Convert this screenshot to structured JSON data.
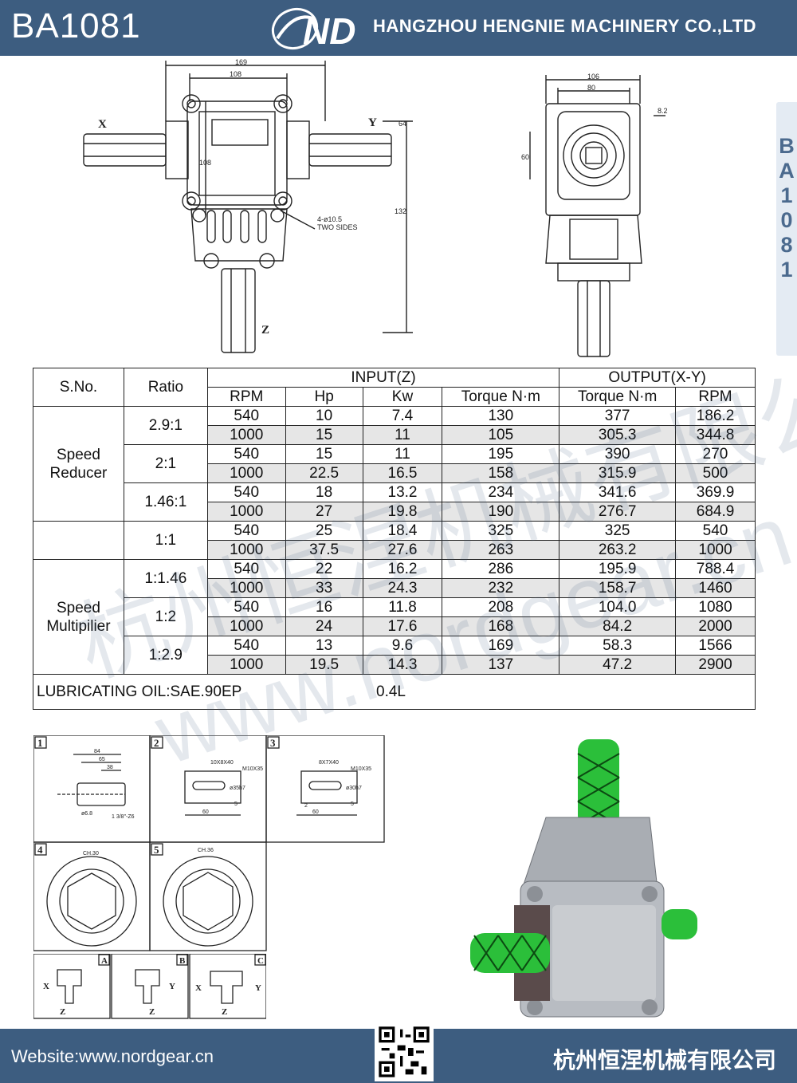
{
  "header": {
    "model": "BA1081",
    "logo_text": "ND",
    "company_en": "HANGZHOU HENGNIE MACHINERY CO.,LTD"
  },
  "side_tab": {
    "chars": [
      "B",
      "A",
      "1",
      "0",
      "8",
      "1"
    ]
  },
  "drawing_front": {
    "dims": {
      "d169": "169",
      "d108top": "108",
      "d108side": "108",
      "d64": "64",
      "d132": "132"
    },
    "labels": {
      "x": "X",
      "y": "Y",
      "z": "Z"
    },
    "note_line1": "4-ø10.5",
    "note_line2": "TWO SIDES"
  },
  "drawing_side": {
    "dims": {
      "d106": "106",
      "d80": "80",
      "d82": "8.2",
      "d60": "60"
    }
  },
  "table": {
    "headers": {
      "sno": "S.No.",
      "ratio": "Ratio",
      "input": "INPUT(Z)",
      "output": "OUTPUT(X-Y)",
      "rpm_in": "RPM",
      "hp": "Hp",
      "kw": "Kw",
      "torque_in": "Torque N·m",
      "torque_out": "Torque N·m",
      "rpm_out": "RPM"
    },
    "groups": [
      {
        "name": "Speed Reducer",
        "rows": 6
      },
      {
        "name": "",
        "rows": 2
      },
      {
        "name": "Speed Multipilier",
        "rows": 6
      }
    ],
    "ratios": [
      {
        "ratio": "2.9:1",
        "rows": [
          [
            "540",
            "10",
            "7.4",
            "130",
            "377",
            "186.2"
          ],
          [
            "1000",
            "15",
            "11",
            "105",
            "305.3",
            "344.8"
          ]
        ]
      },
      {
        "ratio": "2:1",
        "rows": [
          [
            "540",
            "15",
            "11",
            "195",
            "390",
            "270"
          ],
          [
            "1000",
            "22.5",
            "16.5",
            "158",
            "315.9",
            "500"
          ]
        ]
      },
      {
        "ratio": "1.46:1",
        "rows": [
          [
            "540",
            "18",
            "13.2",
            "234",
            "341.6",
            "369.9"
          ],
          [
            "1000",
            "27",
            "19.8",
            "190",
            "276.7",
            "684.9"
          ]
        ]
      },
      {
        "ratio": "1:1",
        "rows": [
          [
            "540",
            "25",
            "18.4",
            "325",
            "325",
            "540"
          ],
          [
            "1000",
            "37.5",
            "27.6",
            "263",
            "263.2",
            "1000"
          ]
        ]
      },
      {
        "ratio": "1:1.46",
        "rows": [
          [
            "540",
            "22",
            "16.2",
            "286",
            "195.9",
            "788.4"
          ],
          [
            "1000",
            "33",
            "24.3",
            "232",
            "158.7",
            "1460"
          ]
        ]
      },
      {
        "ratio": "1:2",
        "rows": [
          [
            "540",
            "16",
            "11.8",
            "208",
            "104.0",
            "1080"
          ],
          [
            "1000",
            "24",
            "17.6",
            "168",
            "84.2",
            "2000"
          ]
        ]
      },
      {
        "ratio": "1:2.9",
        "rows": [
          [
            "540",
            "13",
            "9.6",
            "169",
            "58.3",
            "1566"
          ],
          [
            "1000",
            "19.5",
            "14.3",
            "137",
            "47.2",
            "2900"
          ]
        ]
      }
    ],
    "oil_label": "LUBRICATING OIL:SAE.90EP",
    "oil_value": "0.4L"
  },
  "shaft_panels": [
    {
      "num": "1",
      "dims": [
        "84",
        "65",
        "38"
      ],
      "note": "1 3/8\"-Z6",
      "small": "ø6.8"
    },
    {
      "num": "2",
      "dims": [
        "10X8X40",
        "M10X35",
        "ø35h7",
        "60",
        "5"
      ]
    },
    {
      "num": "3",
      "dims": [
        "8X7X40",
        "M10X35",
        "ø30h7",
        "60",
        "2",
        "5"
      ]
    },
    {
      "num": "4",
      "dims": [
        "CH.30"
      ]
    },
    {
      "num": "5",
      "dims": [
        "CH.36"
      ]
    }
  ],
  "rotation_panels": [
    {
      "letter": "A",
      "axes": [
        "X",
        "Z"
      ]
    },
    {
      "letter": "B",
      "axes": [
        "Y",
        "Z"
      ]
    },
    {
      "letter": "C",
      "axes": [
        "X",
        "Y",
        "Z"
      ]
    }
  ],
  "watermark": {
    "cn": "杭州恒涅机械有限公司",
    "url": "www.nordgear.cn"
  },
  "footer": {
    "website": "Website:www.nordgear.cn",
    "company_cn": "杭州恒涅机械有限公司"
  },
  "colors": {
    "brand": "#3d5d80",
    "shade": "#e6e6e6",
    "net": "#2bbf3a",
    "housing": "#a9adb3"
  }
}
